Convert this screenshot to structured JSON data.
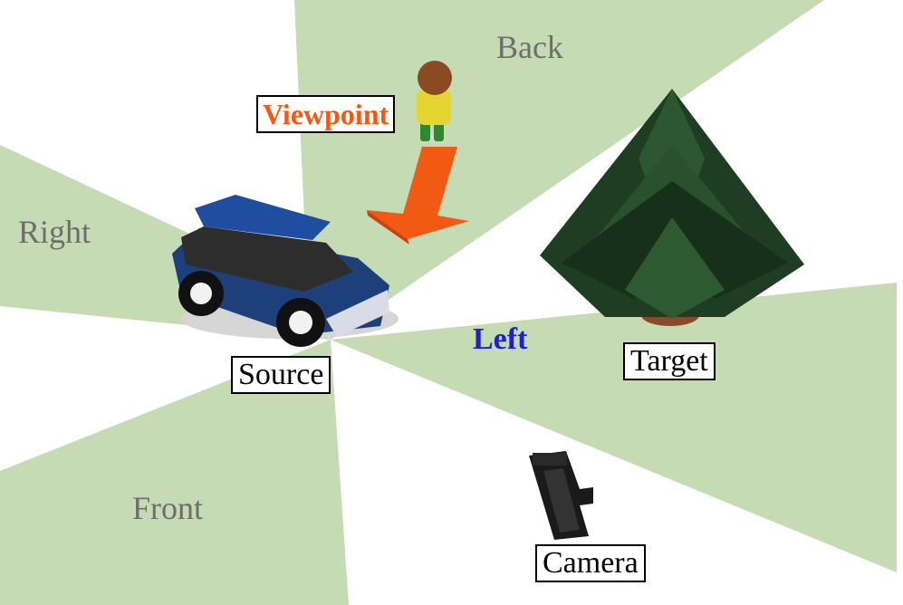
{
  "regions": {
    "back": "Back",
    "right": "Right",
    "front": "Front"
  },
  "labels": {
    "viewpoint": "Viewpoint",
    "left": "Left",
    "source": "Source",
    "target": "Target",
    "camera": "Camera"
  },
  "colors": {
    "region_fill": "#c5dbb3",
    "region_text": "#6e6e6e",
    "viewpoint_text": "#f25a14",
    "arrow": "#f25a14",
    "left_text": "#1f20c8",
    "car_body": "#1d3f7a",
    "tree": "#1f3d22",
    "trunk": "#8a4a2a",
    "camera_body": "#1a1a1a",
    "person_shirt": "#e5d530",
    "person_pants": "#2f8a2f",
    "person_head": "#8a4a22"
  },
  "icons": [
    "person-figure",
    "viewpoint-arrow",
    "car-icon",
    "tree-icon",
    "camera-icon"
  ]
}
